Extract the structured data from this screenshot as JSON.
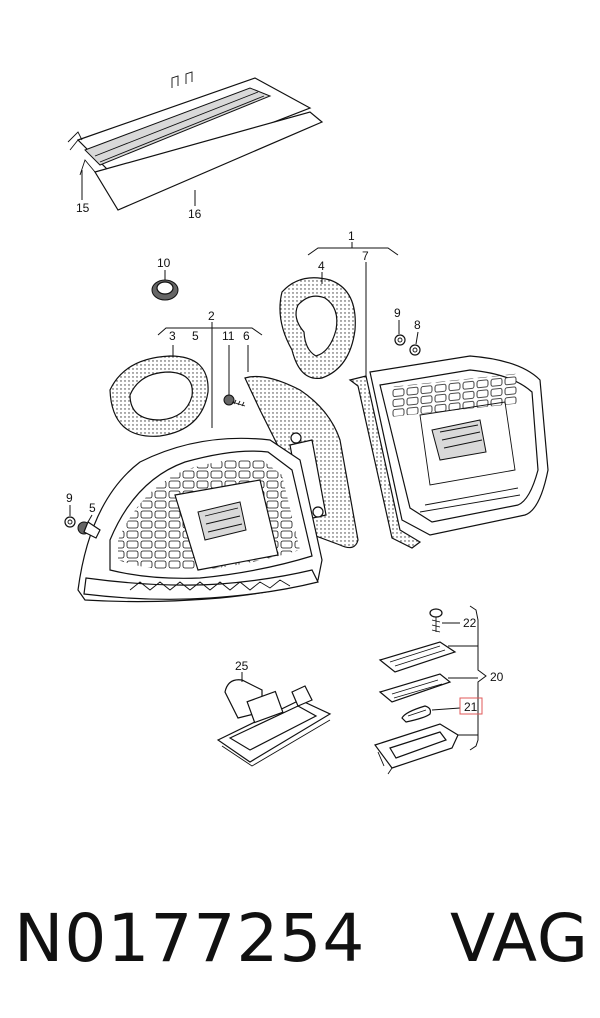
{
  "callouts": {
    "c1": "1",
    "c2": "2",
    "c3": "3",
    "c4": "4",
    "c5a": "5",
    "c5b": "5",
    "c6": "6",
    "c7": "7",
    "c8": "8",
    "c9a": "9",
    "c9b": "9",
    "c10": "10",
    "c11": "11",
    "c15": "15",
    "c16": "16",
    "c20": "20",
    "c21": "21",
    "c22": "22",
    "c25": "25"
  },
  "highlighted_callout_color": "#e05a5a",
  "footer": {
    "part_number": "N0177254",
    "brand": "VAG"
  }
}
